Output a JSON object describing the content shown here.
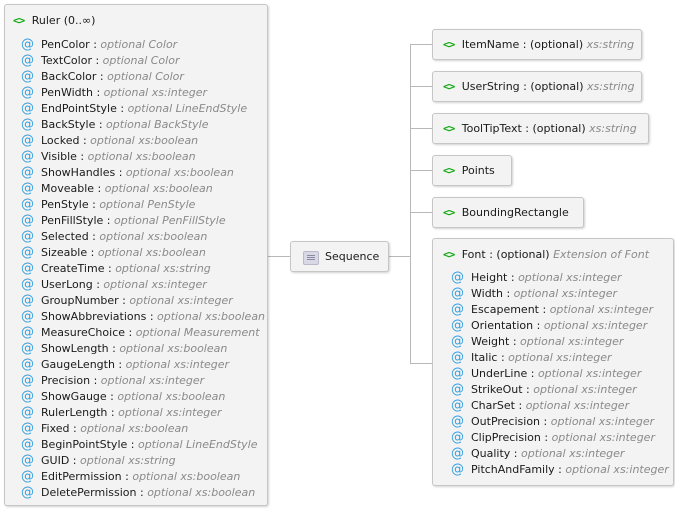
{
  "ruler": {
    "title": "Ruler (0..∞)",
    "attributes": [
      {
        "name": "PenColor",
        "type": "optional Color"
      },
      {
        "name": "TextColor",
        "type": "optional Color"
      },
      {
        "name": "BackColor",
        "type": "optional Color"
      },
      {
        "name": "PenWidth",
        "type": "optional xs:integer"
      },
      {
        "name": "EndPointStyle",
        "type": "optional LineEndStyle"
      },
      {
        "name": "BackStyle",
        "type": "optional BackStyle"
      },
      {
        "name": "Locked",
        "type": "optional xs:boolean"
      },
      {
        "name": "Visible",
        "type": "optional xs:boolean"
      },
      {
        "name": "ShowHandles",
        "type": "optional xs:boolean"
      },
      {
        "name": "Moveable",
        "type": "optional xs:boolean"
      },
      {
        "name": "PenStyle",
        "type": "optional PenStyle"
      },
      {
        "name": "PenFillStyle",
        "type": "optional PenFillStyle"
      },
      {
        "name": "Selected",
        "type": "optional xs:boolean"
      },
      {
        "name": "Sizeable",
        "type": "optional xs:boolean"
      },
      {
        "name": "CreateTime",
        "type": "optional xs:string"
      },
      {
        "name": "UserLong",
        "type": "optional xs:integer"
      },
      {
        "name": "GroupNumber",
        "type": "optional xs:integer"
      },
      {
        "name": "ShowAbbreviations",
        "type": "optional xs:boolean"
      },
      {
        "name": "MeasureChoice",
        "type": "optional Measurement"
      },
      {
        "name": "ShowLength",
        "type": "optional xs:boolean"
      },
      {
        "name": "GaugeLength",
        "type": "optional xs:integer"
      },
      {
        "name": "Precision",
        "type": "optional xs:integer"
      },
      {
        "name": "ShowGauge",
        "type": "optional xs:boolean"
      },
      {
        "name": "RulerLength",
        "type": "optional xs:integer"
      },
      {
        "name": "Fixed",
        "type": "optional xs:boolean"
      },
      {
        "name": "BeginPointStyle",
        "type": "optional LineEndStyle"
      },
      {
        "name": "GUID",
        "type": "optional xs:string"
      },
      {
        "name": "EditPermission",
        "type": "optional xs:boolean"
      },
      {
        "name": "DeletePermission",
        "type": "optional xs:boolean"
      }
    ]
  },
  "sequence": {
    "label": "Sequence"
  },
  "elements": [
    {
      "name": "ItemName",
      "suffix": " : (optional) ",
      "type": "xs:string"
    },
    {
      "name": "UserString",
      "suffix": " : (optional) ",
      "type": "xs:string"
    },
    {
      "name": "ToolTipText",
      "suffix": " : (optional) ",
      "type": "xs:string"
    },
    {
      "name": "Points",
      "suffix": "",
      "type": ""
    },
    {
      "name": "BoundingRectangle",
      "suffix": "",
      "type": ""
    }
  ],
  "font": {
    "name": "Font",
    "suffix": " : (optional) ",
    "type": "Extension of Font",
    "attributes": [
      {
        "name": "Height",
        "type": "optional xs:integer"
      },
      {
        "name": "Width",
        "type": "optional xs:integer"
      },
      {
        "name": "Escapement",
        "type": "optional xs:integer"
      },
      {
        "name": "Orientation",
        "type": "optional xs:integer"
      },
      {
        "name": "Weight",
        "type": "optional xs:integer"
      },
      {
        "name": "Italic",
        "type": "optional xs:integer"
      },
      {
        "name": "UnderLine",
        "type": "optional xs:integer"
      },
      {
        "name": "StrikeOut",
        "type": "optional xs:integer"
      },
      {
        "name": "CharSet",
        "type": "optional xs:integer"
      },
      {
        "name": "OutPrecision",
        "type": "optional xs:integer"
      },
      {
        "name": "ClipPrecision",
        "type": "optional xs:integer"
      },
      {
        "name": "Quality",
        "type": "optional xs:integer"
      },
      {
        "name": "PitchAndFamily",
        "type": "optional xs:integer"
      }
    ]
  },
  "icons": {
    "element": "element-tag-icon",
    "attribute": "attribute-at-icon",
    "sequence": "sequence-icon"
  },
  "colors": {
    "element_tag": "#12a812",
    "attribute_icon": "#33a0e0",
    "type_text": "#8a8a8a",
    "box_bg": "#f3f3f3",
    "box_border": "#c6c6c6"
  }
}
